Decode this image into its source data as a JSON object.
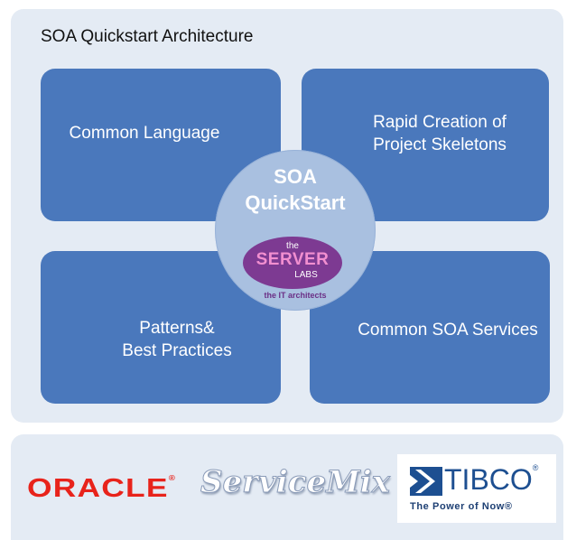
{
  "title": "SOA Quickstart Architecture",
  "quadrants": {
    "top_left": "Common Language",
    "top_right": "Rapid Creation of\nProject Skeletons",
    "bottom_left": "Patterns&\nBest Practices",
    "bottom_right": "Common SOA Services"
  },
  "center": {
    "title": "SOA\nQuickStart",
    "logo": {
      "the": "the",
      "server": "SERVER",
      "labs": "LABS",
      "tagline": "the IT architects"
    }
  },
  "vendor_logos": {
    "oracle": "ORACLE",
    "oracle_mark": "®",
    "servicemix": "ServiceMix",
    "tibco": "TIBCO",
    "tibco_mark": "®",
    "tibco_tagline": "The Power of Now®"
  },
  "colors": {
    "panel_bg": "#e4ebf4",
    "box_blue": "#4a78bc",
    "circle": "#a9c0e0",
    "serverlabs_purple": "#7d3a92",
    "oracle_red": "#e8231b",
    "tibco_blue": "#1d4f91"
  },
  "icons": [
    "tibco-chevron-icon"
  ]
}
